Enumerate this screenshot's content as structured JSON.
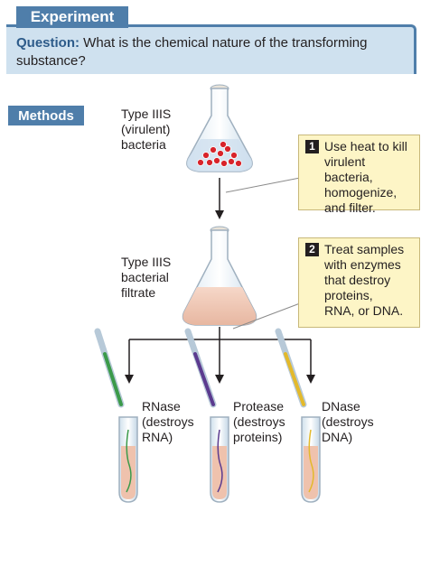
{
  "experiment_tab": "Experiment",
  "question": {
    "label": "Question:",
    "text": "What is the chemical nature of the transforming substance?"
  },
  "methods_tab": "Methods",
  "flask1_label": [
    "Type IIIS",
    "(virulent)",
    "bacteria"
  ],
  "flask2_label": [
    "Type IIIS",
    "bacterial",
    "filtrate"
  ],
  "steps": [
    {
      "number": "1",
      "lines": [
        "Use heat to kill",
        "virulent bacteria,",
        "homogenize,",
        "and filter."
      ]
    },
    {
      "number": "2",
      "lines": [
        "Treat samples",
        "with enzymes",
        "that destroy",
        "proteins,",
        "RNA, or DNA."
      ]
    }
  ],
  "tubes": [
    {
      "lines": [
        "RNase",
        "(destroys",
        "RNA)"
      ],
      "pipette_color": "#3b9a4a"
    },
    {
      "lines": [
        "Protease",
        "(destroys",
        "proteins)"
      ],
      "pipette_color": "#5b3b8f"
    },
    {
      "lines": [
        "DNase",
        "(destroys",
        "DNA)"
      ],
      "pipette_color": "#e3b92b"
    }
  ],
  "colors": {
    "accent_blue": "#4f7eaa",
    "question_bg": "#cfe1ef",
    "callout_bg": "#fdf5c6",
    "filtrate": "#f1c9b6",
    "bacteria": "#d8232a"
  }
}
